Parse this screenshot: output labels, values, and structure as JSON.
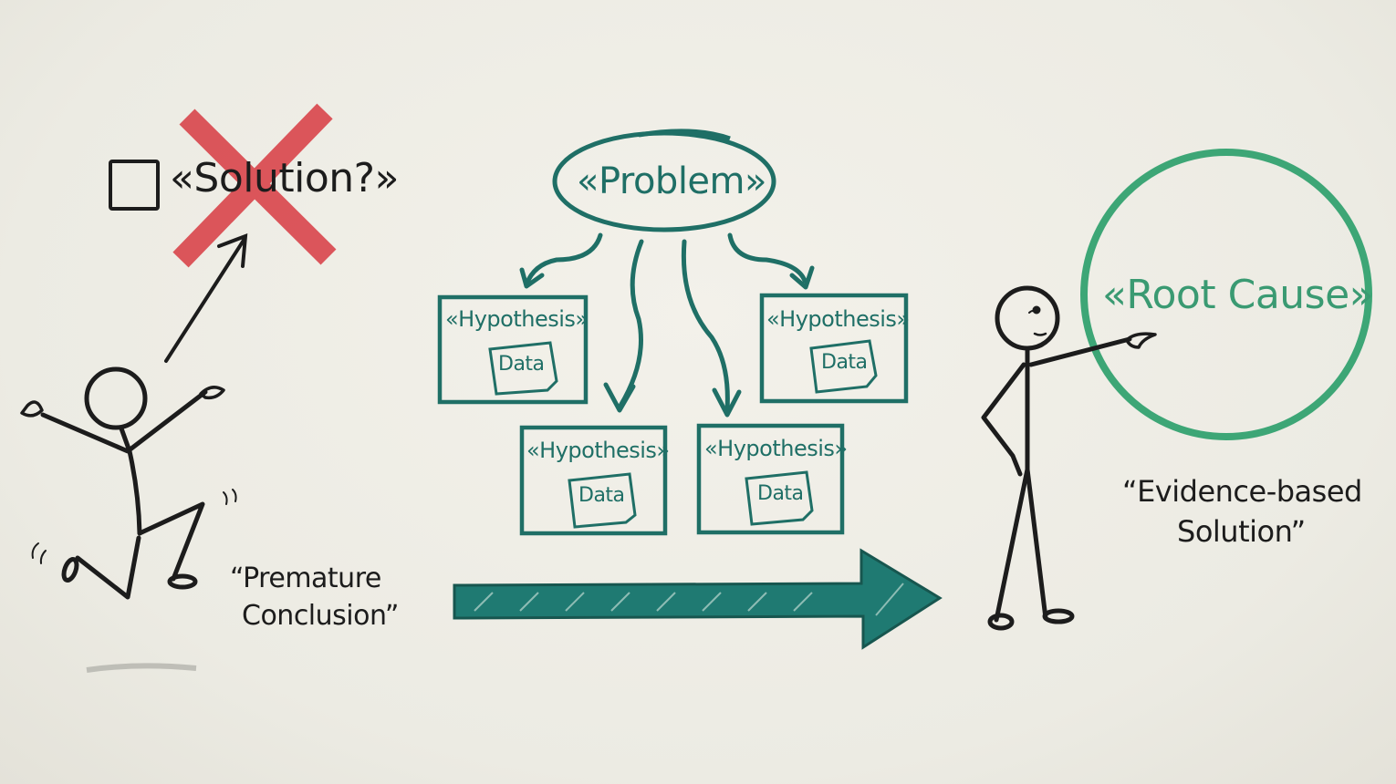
{
  "colors": {
    "background": "#efede6",
    "ink_black": "#1c1c1c",
    "ink_teal": "#1f6f66",
    "ink_green": "#3da676",
    "cross_red": "#d9454c"
  },
  "left_scene": {
    "checkbox_icon": "empty-checkbox",
    "solution_label": "«Solution?»",
    "cross_icon": "red-x-mark",
    "caption_line1": "“Premature",
    "caption_line2": "Conclusion”"
  },
  "center_scene": {
    "problem_label": "«Problem»",
    "hypotheses": [
      {
        "label": "«Hypothesis»",
        "data_label": "Data"
      },
      {
        "label": "«Hypothesis»",
        "data_label": "Data"
      },
      {
        "label": "«Hypothesis»",
        "data_label": "Data"
      },
      {
        "label": "«Hypothesis»",
        "data_label": "Data"
      }
    ],
    "progress_arrow_icon": "big-right-arrow"
  },
  "right_scene": {
    "root_cause_label": "«Root Cause»",
    "caption_line1": "“Evidence-based",
    "caption_line2": "Solution”"
  }
}
